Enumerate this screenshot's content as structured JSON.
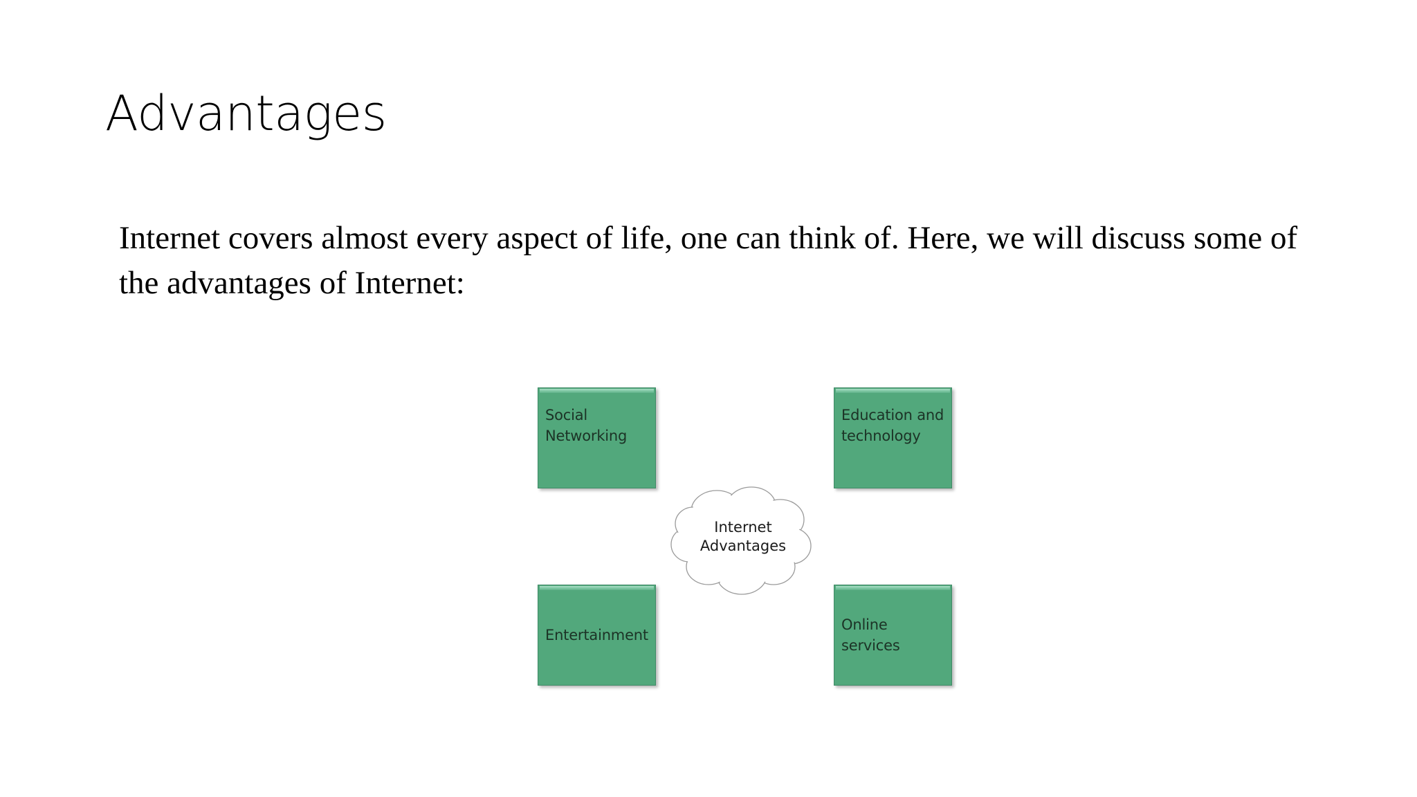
{
  "slide": {
    "title": "Advantages",
    "body": "Internet covers almost every aspect of life, one can think of. Here, we will discuss some of the advantages of Internet:",
    "background_color": "#ffffff",
    "text_color": "#000000"
  },
  "diagram": {
    "type": "hub-and-spoke",
    "accent_color": "#52a87c",
    "accent_border_color": "#3f8a66",
    "accent_highlight_color": "#a9dcc4",
    "center": {
      "shape": "cloud",
      "line1": "Internet",
      "line2": "Advantages",
      "fill_color": "#ffffff",
      "stroke_color": "#9a9a9a"
    },
    "nodes": [
      {
        "position": "top-left",
        "line1": "Social",
        "line2": "Networking"
      },
      {
        "position": "top-right",
        "line1": "Education and",
        "line2": "technology"
      },
      {
        "position": "bottom-left",
        "line1": "Entertainment",
        "line2": ""
      },
      {
        "position": "bottom-right",
        "line1": "Online services",
        "line2": ""
      }
    ]
  }
}
